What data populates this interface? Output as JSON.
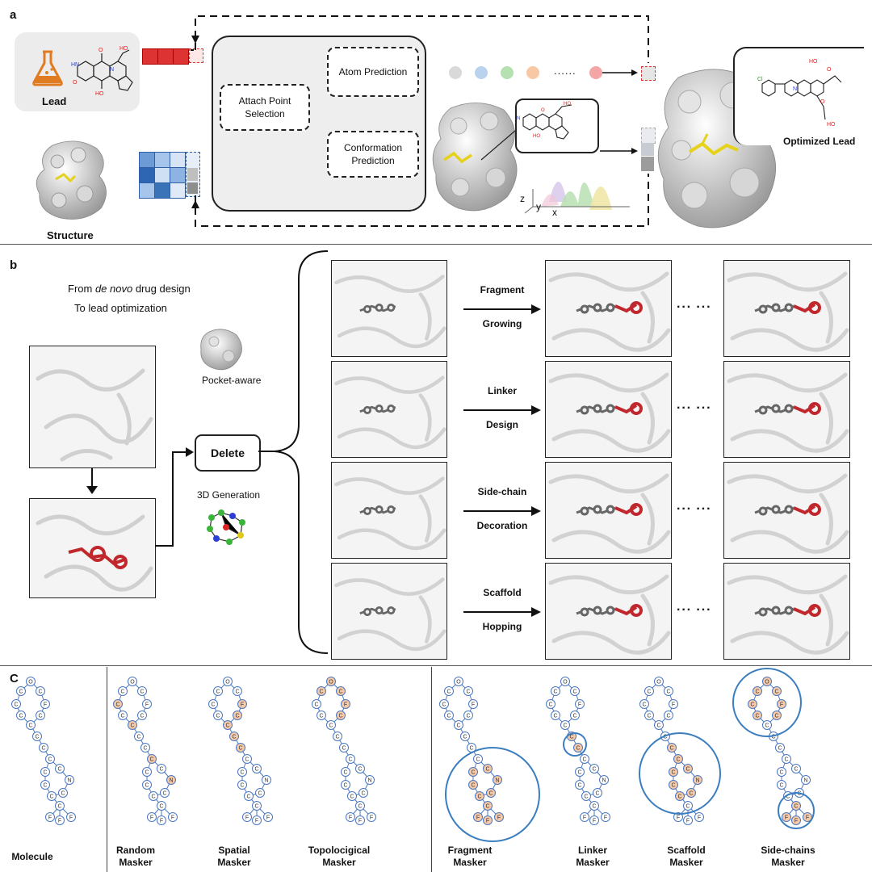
{
  "panel_a": {
    "letter": "a",
    "lead_label": "Lead",
    "structure_label": "Structure",
    "attach_point": "Attach Point Selection",
    "atom_prediction": "Atom Prediction",
    "conformation_prediction": "Conformation Prediction",
    "axis_z": "z",
    "axis_y": "y",
    "axis_x": "x",
    "dots": "......",
    "optimized_lead": "Optimized Lead",
    "token_colors": [
      "#d9d9d9",
      "#b9d3ee",
      "#b5e0b0",
      "#f8c8a4",
      "#f4a6a6"
    ]
  },
  "panel_b": {
    "letter": "b",
    "intro_line1_prefix": "From ",
    "intro_line1_italic": "de novo",
    "intro_line1_suffix": " drug design",
    "intro_line2": "To lead optimization",
    "pocket_aware": "Pocket-aware",
    "generation_3d": "3D Generation",
    "delete_button": "Delete",
    "ellipsis": "··· ···",
    "tasks": [
      {
        "line1": "Fragment",
        "line2": "Growing"
      },
      {
        "line1": "Linker",
        "line2": "Design"
      },
      {
        "line1": "Side-chain",
        "line2": "Decoration"
      },
      {
        "line1": "Scaffold",
        "line2": "Hopping"
      }
    ]
  },
  "panel_c": {
    "letter": "C",
    "maskers": [
      {
        "line1": "Molecule",
        "line2": ""
      },
      {
        "line1": "Random",
        "line2": "Masker"
      },
      {
        "line1": "Spatial",
        "line2": "Masker"
      },
      {
        "line1": "Topolocigical",
        "line2": "Masker"
      },
      {
        "line1": "Fragment",
        "line2": "Masker"
      },
      {
        "line1": "Linker",
        "line2": "Masker"
      },
      {
        "line1": "Scaffold",
        "line2": "Masker"
      },
      {
        "line1": "Side-chains",
        "line2": "Masker"
      }
    ]
  },
  "colors": {
    "red": "#c0282d",
    "blue": "#3b73b9",
    "mask_fill": "#f6c9a8",
    "node_stroke": "#4a78c2"
  }
}
